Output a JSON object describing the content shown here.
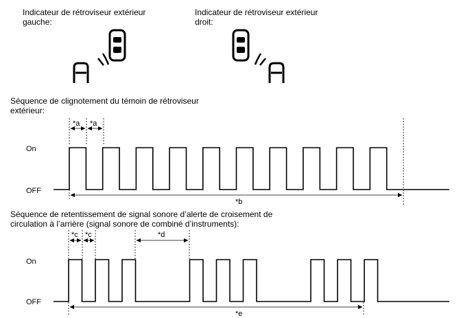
{
  "indicators": {
    "left": {
      "line1": "Indicateur de rétroviseur extérieur",
      "line2": "gauche:"
    },
    "right": {
      "line1": "Indicateur de rétroviseur extérieur",
      "line2": "droit:"
    }
  },
  "blink_sequence": {
    "title_line1": "Séquence de clignotement du témoin de rétroviseur",
    "title_line2": "extérieur:",
    "on_label": "On",
    "off_label": "OFF",
    "interval_a": "*a",
    "span_b": "*b",
    "pulse_count": 10
  },
  "buzzer_sequence": {
    "title_line1": "Séquence de retentissement de signal sonore d’alerte de croisement de",
    "title_line2": "circulation à l’arrière (signal sonore de combiné d’instruments):",
    "on_label": "On",
    "off_label": "OFF",
    "interval_c": "*c",
    "pause_d": "*d",
    "span_e": "*e",
    "groups": [
      3,
      3,
      3
    ]
  }
}
